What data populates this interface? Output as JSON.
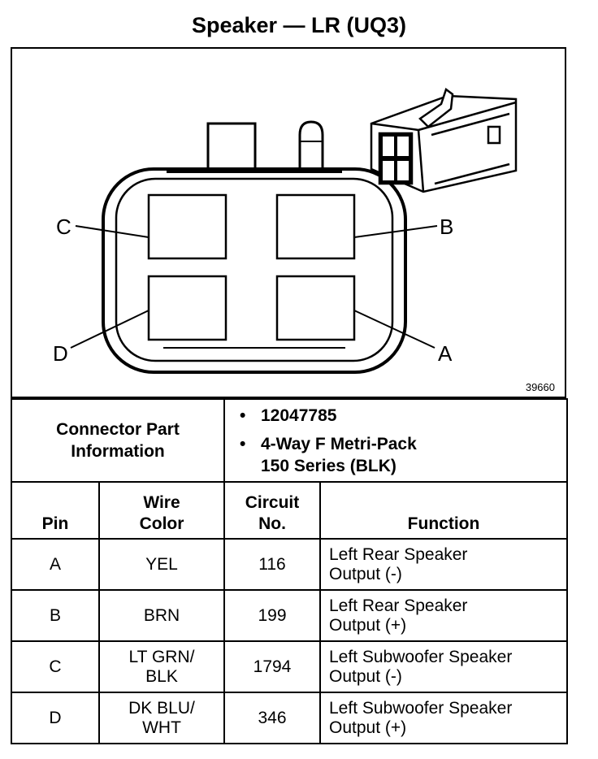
{
  "title": "Speaker — LR (UQ3)",
  "figure_id": "39660",
  "pin_labels": {
    "a": "A",
    "b": "B",
    "c": "C",
    "d": "D"
  },
  "connector_info": {
    "label": "Connector Part Information",
    "label_line1": "Connector Part",
    "label_line2": "Information",
    "items": [
      "12047785",
      "4-Way F Metri-Pack",
      "150 Series (BLK)"
    ],
    "bullet": "•"
  },
  "table": {
    "headers": {
      "pin": "Pin",
      "wire_color_line1": "Wire",
      "wire_color_line2": "Color",
      "circuit_line1": "Circuit",
      "circuit_line2": "No.",
      "function": "Function"
    },
    "rows": [
      {
        "pin": "A",
        "wire1": "YEL",
        "wire2": "",
        "circuit": "116",
        "func1": "Left Rear Speaker",
        "func2": "Output (-)"
      },
      {
        "pin": "B",
        "wire1": "BRN",
        "wire2": "",
        "circuit": "199",
        "func1": "Left Rear Speaker",
        "func2": "Output (+)"
      },
      {
        "pin": "C",
        "wire1": "LT GRN/",
        "wire2": "BLK",
        "circuit": "1794",
        "func1": "Left Subwoofer Speaker",
        "func2": "Output (-)"
      },
      {
        "pin": "D",
        "wire1": "DK BLU/",
        "wire2": "WHT",
        "circuit": "346",
        "func1": "Left Subwoofer Speaker",
        "func2": "Output (+)"
      }
    ]
  }
}
